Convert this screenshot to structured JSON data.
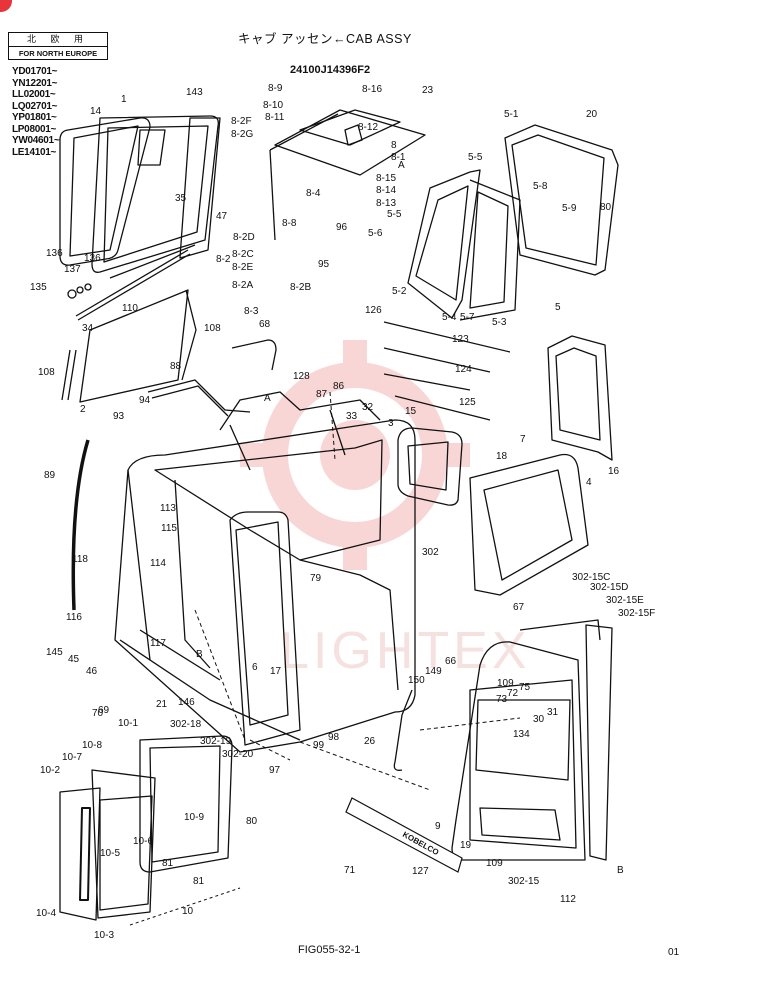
{
  "title": "キャブ アッセン←CAB ASSY",
  "part_number": "24100J14396F2",
  "region": {
    "line1": "北 欧 用",
    "line2": "FOR NORTH EUROPE"
  },
  "serials": [
    "YD01701~",
    "YN12201~",
    "LL02001~",
    "LQ02701~",
    "YP01801~",
    "LP08001~",
    "YW04601~",
    "LE14101~"
  ],
  "figure": "FIG055-32-1",
  "page_code": "01",
  "watermark": "LIGHTEX",
  "brand_plate": "KOBELCO",
  "colors": {
    "ink": "#111111",
    "watermark": "#f3b6b6",
    "corner": "#e8343b"
  },
  "callouts": [
    {
      "id": "c1",
      "text": "1"
    },
    {
      "id": "c14",
      "text": "14"
    },
    {
      "id": "c143",
      "text": "143"
    },
    {
      "id": "c35",
      "text": "35"
    },
    {
      "id": "c47",
      "text": "47"
    },
    {
      "id": "c136a",
      "text": "136"
    },
    {
      "id": "c137",
      "text": "137"
    },
    {
      "id": "c136b",
      "text": "136"
    },
    {
      "id": "c135",
      "text": "135"
    },
    {
      "id": "c110",
      "text": "110"
    },
    {
      "id": "c34",
      "text": "34"
    },
    {
      "id": "c108a",
      "text": "108"
    },
    {
      "id": "c108b",
      "text": "108"
    },
    {
      "id": "c2",
      "text": "2"
    },
    {
      "id": "c68",
      "text": "68"
    },
    {
      "id": "c88",
      "text": "88"
    },
    {
      "id": "c94",
      "text": "94"
    },
    {
      "id": "c93",
      "text": "93"
    },
    {
      "id": "c89",
      "text": "89"
    },
    {
      "id": "c113",
      "text": "113"
    },
    {
      "id": "c115",
      "text": "115"
    },
    {
      "id": "c114",
      "text": "114"
    },
    {
      "id": "c118",
      "text": "118"
    },
    {
      "id": "c116",
      "text": "116"
    },
    {
      "id": "c117",
      "text": "117"
    },
    {
      "id": "c145",
      "text": "145"
    },
    {
      "id": "c45",
      "text": "45"
    },
    {
      "id": "c46",
      "text": "46"
    },
    {
      "id": "c69",
      "text": "69"
    },
    {
      "id": "c70",
      "text": "70"
    },
    {
      "id": "c146",
      "text": "146"
    },
    {
      "id": "cB1",
      "text": "B"
    },
    {
      "id": "c6",
      "text": "6"
    },
    {
      "id": "c17",
      "text": "17"
    },
    {
      "id": "c8_9",
      "text": "8-9"
    },
    {
      "id": "c8_10",
      "text": "8-10"
    },
    {
      "id": "c8_11",
      "text": "8-11"
    },
    {
      "id": "c8_2F",
      "text": "8-2F"
    },
    {
      "id": "c8_2G",
      "text": "8-2G"
    },
    {
      "id": "c8_16",
      "text": "8-16"
    },
    {
      "id": "c23",
      "text": "23"
    },
    {
      "id": "c8_12",
      "text": "8-12"
    },
    {
      "id": "c8",
      "text": "8"
    },
    {
      "id": "c8_1",
      "text": "8-1"
    },
    {
      "id": "cA1",
      "text": "A"
    },
    {
      "id": "c8_15",
      "text": "8-15"
    },
    {
      "id": "c8_14",
      "text": "8-14"
    },
    {
      "id": "c8_4",
      "text": "8-4"
    },
    {
      "id": "c8_13",
      "text": "8-13"
    },
    {
      "id": "c8_8",
      "text": "8-8"
    },
    {
      "id": "c96",
      "text": "96"
    },
    {
      "id": "c8_2D",
      "text": "8-2D"
    },
    {
      "id": "c8_2C",
      "text": "8-2C"
    },
    {
      "id": "c8_2",
      "text": "8-2"
    },
    {
      "id": "c8_2E",
      "text": "8-2E"
    },
    {
      "id": "c8_2A",
      "text": "8-2A"
    },
    {
      "id": "c8_2B",
      "text": "8-2B"
    },
    {
      "id": "c95",
      "text": "95"
    },
    {
      "id": "c8_3",
      "text": "8-3"
    },
    {
      "id": "c5_1",
      "text": "5-1"
    },
    {
      "id": "c20",
      "text": "20"
    },
    {
      "id": "c5_5a",
      "text": "5-5"
    },
    {
      "id": "c5_8",
      "text": "5-8"
    },
    {
      "id": "c5_9",
      "text": "5-9"
    },
    {
      "id": "c80a",
      "text": "80"
    },
    {
      "id": "c5_5b",
      "text": "5-5"
    },
    {
      "id": "c5_6",
      "text": "5-6"
    },
    {
      "id": "c5_2",
      "text": "5-2"
    },
    {
      "id": "c5_4",
      "text": "5-4"
    },
    {
      "id": "c5_7",
      "text": "5-7"
    },
    {
      "id": "c5_3",
      "text": "5-3"
    },
    {
      "id": "c5",
      "text": "5"
    },
    {
      "id": "c126",
      "text": "126"
    },
    {
      "id": "c123",
      "text": "123"
    },
    {
      "id": "c124",
      "text": "124"
    },
    {
      "id": "c125",
      "text": "125"
    },
    {
      "id": "c128",
      "text": "128"
    },
    {
      "id": "c86",
      "text": "86"
    },
    {
      "id": "c87",
      "text": "87"
    },
    {
      "id": "c33",
      "text": "33"
    },
    {
      "id": "c32",
      "text": "32"
    },
    {
      "id": "cA2",
      "text": "A"
    },
    {
      "id": "c3",
      "text": "3"
    },
    {
      "id": "c15",
      "text": "15"
    },
    {
      "id": "c18",
      "text": "18"
    },
    {
      "id": "c7",
      "text": "7"
    },
    {
      "id": "c4",
      "text": "4"
    },
    {
      "id": "c16",
      "text": "16"
    },
    {
      "id": "c79",
      "text": "79"
    },
    {
      "id": "c302",
      "text": "302"
    },
    {
      "id": "c302_15C",
      "text": "302-15C"
    },
    {
      "id": "c302_15D",
      "text": "302-15D"
    },
    {
      "id": "c302_15E",
      "text": "302-15E"
    },
    {
      "id": "c302_15F",
      "text": "302-15F"
    },
    {
      "id": "c67",
      "text": "67"
    },
    {
      "id": "c66",
      "text": "66"
    },
    {
      "id": "c149",
      "text": "149"
    },
    {
      "id": "c150",
      "text": "150"
    },
    {
      "id": "c109a",
      "text": "109"
    },
    {
      "id": "c72",
      "text": "72"
    },
    {
      "id": "c75",
      "text": "75"
    },
    {
      "id": "c73",
      "text": "73"
    },
    {
      "id": "c30",
      "text": "30"
    },
    {
      "id": "c31",
      "text": "31"
    },
    {
      "id": "c134",
      "text": "134"
    },
    {
      "id": "c21",
      "text": "21"
    },
    {
      "id": "c10_1",
      "text": "10-1"
    },
    {
      "id": "c302_18",
      "text": "302-18"
    },
    {
      "id": "c302_19",
      "text": "302-19"
    },
    {
      "id": "c302_20",
      "text": "302-20"
    },
    {
      "id": "c99",
      "text": "99"
    },
    {
      "id": "c98",
      "text": "98"
    },
    {
      "id": "c26",
      "text": "26"
    },
    {
      "id": "c97",
      "text": "97"
    },
    {
      "id": "c10_8",
      "text": "10-8"
    },
    {
      "id": "c10_7",
      "text": "10-7"
    },
    {
      "id": "c10_2",
      "text": "10-2"
    },
    {
      "id": "c10_9",
      "text": "10-9"
    },
    {
      "id": "c10_6",
      "text": "10-6"
    },
    {
      "id": "c10_5",
      "text": "10-5"
    },
    {
      "id": "c81a",
      "text": "81"
    },
    {
      "id": "c81b",
      "text": "81"
    },
    {
      "id": "c80b",
      "text": "80"
    },
    {
      "id": "c10_4",
      "text": "10-4"
    },
    {
      "id": "c10",
      "text": "10"
    },
    {
      "id": "c10_3",
      "text": "10-3"
    },
    {
      "id": "c9",
      "text": "9"
    },
    {
      "id": "c19",
      "text": "19"
    },
    {
      "id": "c109b",
      "text": "109"
    },
    {
      "id": "c302_15",
      "text": "302-15"
    },
    {
      "id": "c112",
      "text": "112"
    },
    {
      "id": "c71",
      "text": "71"
    },
    {
      "id": "c127",
      "text": "127"
    },
    {
      "id": "cB2",
      "text": "B"
    }
  ]
}
